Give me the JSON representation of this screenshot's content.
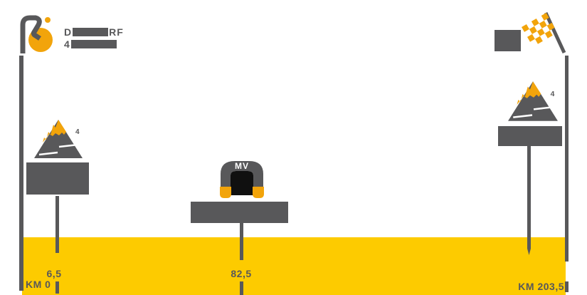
{
  "colors": {
    "yellow": "#FDCB00",
    "orange": "#F2A40B",
    "gray": "#58585A",
    "dark": "#101010"
  },
  "icons": {
    "start": "cyclist-icon",
    "climb": "mountain-icon",
    "sprint": "sprint-arch-icon",
    "finish": "checkered-flag-icon"
  },
  "start": {
    "name_fragment_start": "D",
    "name_fragment_end": "RF",
    "detail_fragment_start": "4",
    "km_label": "KM 0"
  },
  "waypoints": {
    "climb_1": {
      "category": "4",
      "km_label": "6,5"
    },
    "sprint": {
      "arch_text": "MV",
      "km_label": "82,5"
    },
    "climb_2": {
      "category": "4"
    }
  },
  "finish": {
    "km_label": "KM 203,5"
  }
}
